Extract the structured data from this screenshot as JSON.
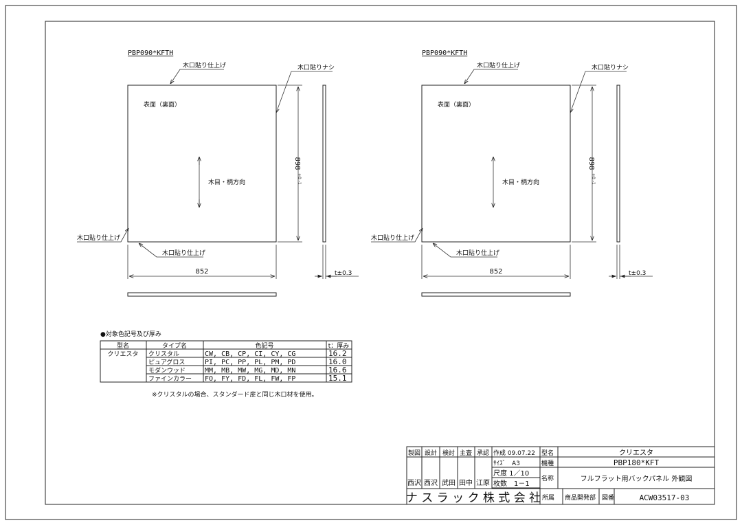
{
  "views": [
    {
      "model": "PBP090*KFTH",
      "edge_finished_top": "木口貼り仕上げ",
      "edge_none": "木口貼りナシ",
      "surface": "表面（裏面）",
      "grain": "木目・柄方向",
      "edge_finished_left": "木口貼り仕上げ",
      "edge_finished_bottom": "木口貼り仕上げ",
      "width": "852",
      "height": "898",
      "height_tol": "+0 -1",
      "thickness": "t±0.3"
    },
    {
      "model": "PBP090*KFTH",
      "edge_finished_top": "木口貼り仕上げ",
      "edge_none": "木口貼りナシ",
      "surface": "表面（裏面）",
      "grain": "木目・柄方向",
      "edge_finished_left": "木口貼り仕上げ",
      "edge_finished_bottom": "木口貼り仕上げ",
      "width": "852",
      "height": "898",
      "height_tol": "+0 -1",
      "thickness": "t±0.3"
    }
  ],
  "table": {
    "title": "●対象色記号及び厚み",
    "headers": [
      "型名",
      "タイプ名",
      "色記号",
      "t：厚み"
    ],
    "series": "クリエスタ",
    "rows": [
      {
        "type": "クリスタル",
        "colors": "CW, CB, CP, CI, CY, CG",
        "t": "16.2"
      },
      {
        "type": "ピュアグロス",
        "colors": "PI, PC, PP, PL, PM, PD",
        "t": "16.0"
      },
      {
        "type": "モダンウッド",
        "colors": "MM, MB, MW, MG, MD, MN",
        "t": "16.6"
      },
      {
        "type": "ファインカラー",
        "colors": "FO, FY, FD, FL, FW, FP",
        "t": "15.1"
      }
    ],
    "note": "※クリスタルの場合、スタンダード扉と同じ木口材を使用。"
  },
  "title_block": {
    "roles": [
      "製図",
      "設計",
      "検討",
      "主査",
      "承認"
    ],
    "signatures": [
      "西沢",
      "西沢",
      "武田",
      "田中",
      "江原"
    ],
    "created": "作成 09.07.22",
    "size": "ｻｲｽﾞ　A3",
    "scale": "尺度 1／10",
    "sheets": "枚数　1－1",
    "model_name_label": "型名",
    "model_name": "クリエスタ",
    "model_no_label": "機種",
    "model_no": "PBP180*KFT",
    "name_label": "名称",
    "name": "フルフラット用バックパネル 外観図",
    "company": "ナ ス ラ ッ ク 株 式 会 社",
    "dept_label": "所属",
    "dept": "商品開発部",
    "drawing_no_label": "図番",
    "drawing_no": "ACW03517-03"
  }
}
